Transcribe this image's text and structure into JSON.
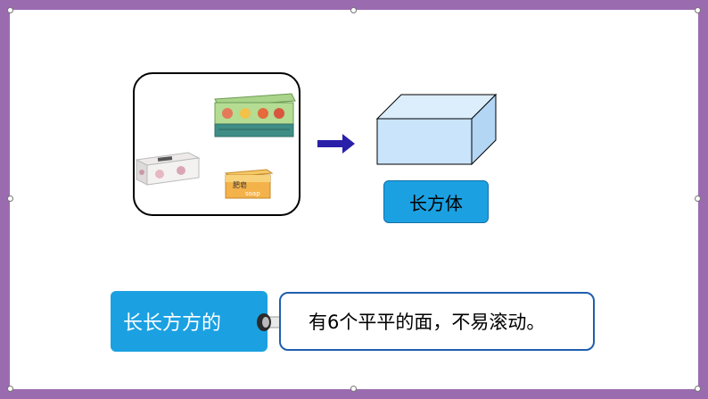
{
  "photo_labels": {
    "soap_text": "肥皂",
    "soap_english": "soap"
  },
  "shape_label": "长方体",
  "phrase": "长长方方的",
  "description": "有6个平平的面，不易滚动。",
  "colors": {
    "frame": "#9b6bb0",
    "label_blue": "#1ba1e2",
    "arrow": "#2a1fa8",
    "cuboid_fill": "#c9e4fb",
    "description_border": "#1f5fae"
  }
}
